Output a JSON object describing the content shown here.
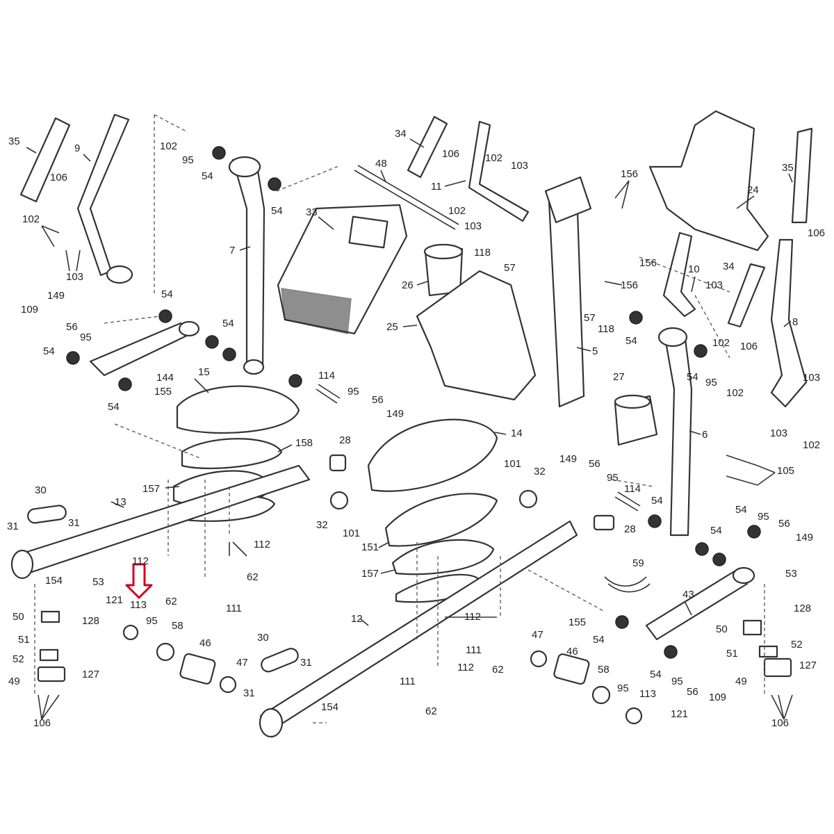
{
  "colors": {
    "line": "#333333",
    "background": "#ffffff",
    "highlight_arrow": "#d0021b"
  },
  "highlighted_part": "113",
  "labels": [
    "35",
    "9",
    "106",
    "102",
    "103",
    "102",
    "95",
    "54",
    "54",
    "7",
    "33",
    "48",
    "34",
    "106",
    "11",
    "102",
    "103",
    "102",
    "103",
    "118",
    "57",
    "26",
    "25",
    "156",
    "156",
    "156",
    "24",
    "35",
    "106",
    "10",
    "34",
    "103",
    "102",
    "106",
    "8",
    "5",
    "57",
    "118",
    "54",
    "149",
    "109",
    "56",
    "95",
    "54",
    "54",
    "54",
    "144",
    "155",
    "54",
    "114",
    "95",
    "56",
    "149",
    "15",
    "158",
    "157",
    "28",
    "32",
    "101",
    "30",
    "31",
    "13",
    "31",
    "14",
    "101",
    "32",
    "149",
    "56",
    "95",
    "114",
    "54",
    "28",
    "27",
    "6",
    "54",
    "95",
    "102",
    "103",
    "103",
    "102",
    "105",
    "54",
    "95",
    "56",
    "149",
    "54",
    "112",
    "62",
    "111",
    "62",
    "112",
    "154",
    "53",
    "121",
    "113",
    "95",
    "58",
    "46",
    "47",
    "50",
    "128",
    "51",
    "52",
    "49",
    "127",
    "106",
    "151",
    "157",
    "12",
    "112",
    "111",
    "111",
    "112",
    "62",
    "62",
    "59",
    "155",
    "54",
    "43",
    "53",
    "128",
    "50",
    "52",
    "51",
    "49",
    "127",
    "106",
    "47",
    "46",
    "58",
    "95",
    "113",
    "121",
    "54",
    "95",
    "56",
    "109",
    "30",
    "31",
    "31",
    "154"
  ]
}
